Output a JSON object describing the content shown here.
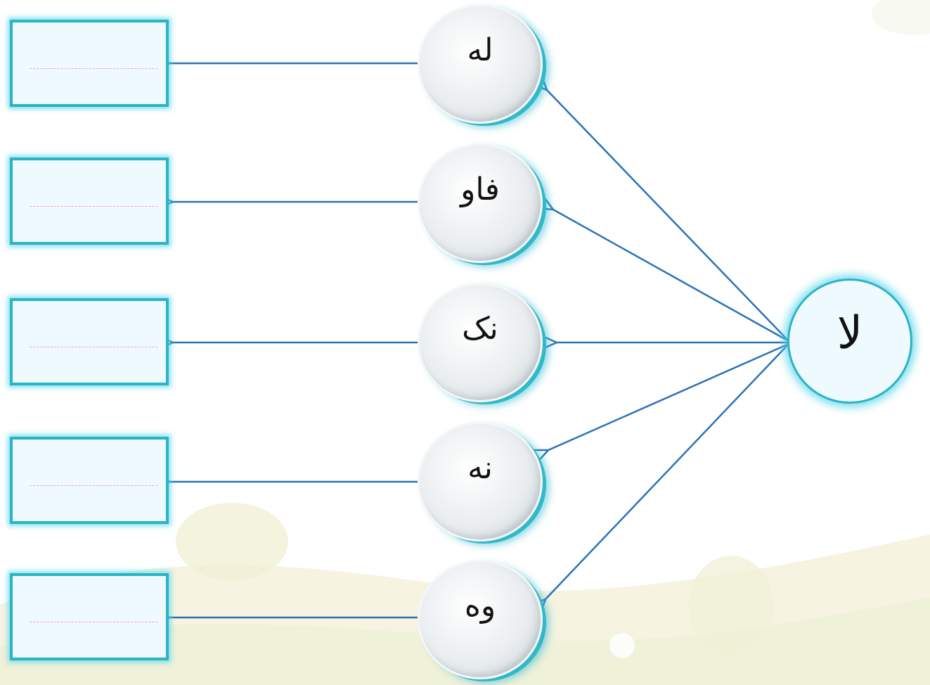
{
  "source": {
    "label": "لا",
    "icon": "letter-circle-icon"
  },
  "syllables": [
    {
      "label": "له"
    },
    {
      "label": "فاو"
    },
    {
      "label": "نک"
    },
    {
      "label": "نه"
    },
    {
      "label": "وه"
    }
  ],
  "answers": [
    {
      "value": ""
    },
    {
      "value": ""
    },
    {
      "value": ""
    },
    {
      "value": ""
    },
    {
      "value": ""
    }
  ],
  "colors": {
    "arrow": "#2a73b8",
    "box_border": "#2bb3c6",
    "box_fill": "#eefafd",
    "guide_line": "#f3a6bf",
    "background_hills": "#f4f1dc"
  }
}
